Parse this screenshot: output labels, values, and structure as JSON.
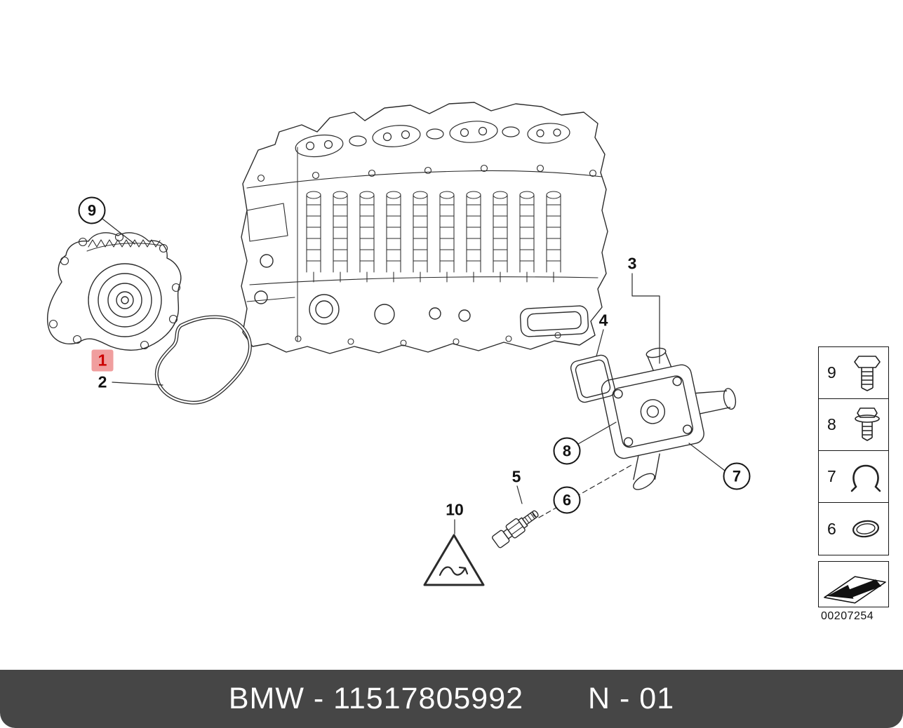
{
  "footer": {
    "left_text": "BMW - 11517805992",
    "right_text": "N - 01",
    "bg_color": "#464646",
    "text_color": "#ffffff"
  },
  "highlight": {
    "bg_color": "#f09e9e",
    "text_color": "#cc0000"
  },
  "callouts": {
    "c9": {
      "label": "9",
      "style": "circled"
    },
    "c1": {
      "label": "1",
      "style": "highlighted"
    },
    "c2": {
      "label": "2",
      "style": "plain"
    },
    "c3": {
      "label": "3",
      "style": "plain"
    },
    "c4": {
      "label": "4",
      "style": "plain"
    },
    "c5": {
      "label": "5",
      "style": "plain"
    },
    "c8": {
      "label": "8",
      "style": "circled"
    },
    "c6": {
      "label": "6",
      "style": "circled"
    },
    "c7": {
      "label": "7",
      "style": "circled"
    },
    "c10": {
      "label": "10",
      "style": "plain"
    }
  },
  "legend": {
    "items": [
      {
        "number": "9",
        "icon": "hex-bolt-icon"
      },
      {
        "number": "8",
        "icon": "flange-bolt-icon"
      },
      {
        "number": "7",
        "icon": "retaining-clip-icon"
      },
      {
        "number": "6",
        "icon": "sealing-ring-icon"
      }
    ],
    "nav_icon": "page-back-arrow-icon",
    "diagram_id": "00207254"
  },
  "drawing": {
    "parts": [
      "cylinder-head",
      "water-pump",
      "water-pump-gasket",
      "thermostat-housing",
      "thermostat-housing-gasket",
      "temperature-sensor",
      "warning-triangle"
    ]
  }
}
